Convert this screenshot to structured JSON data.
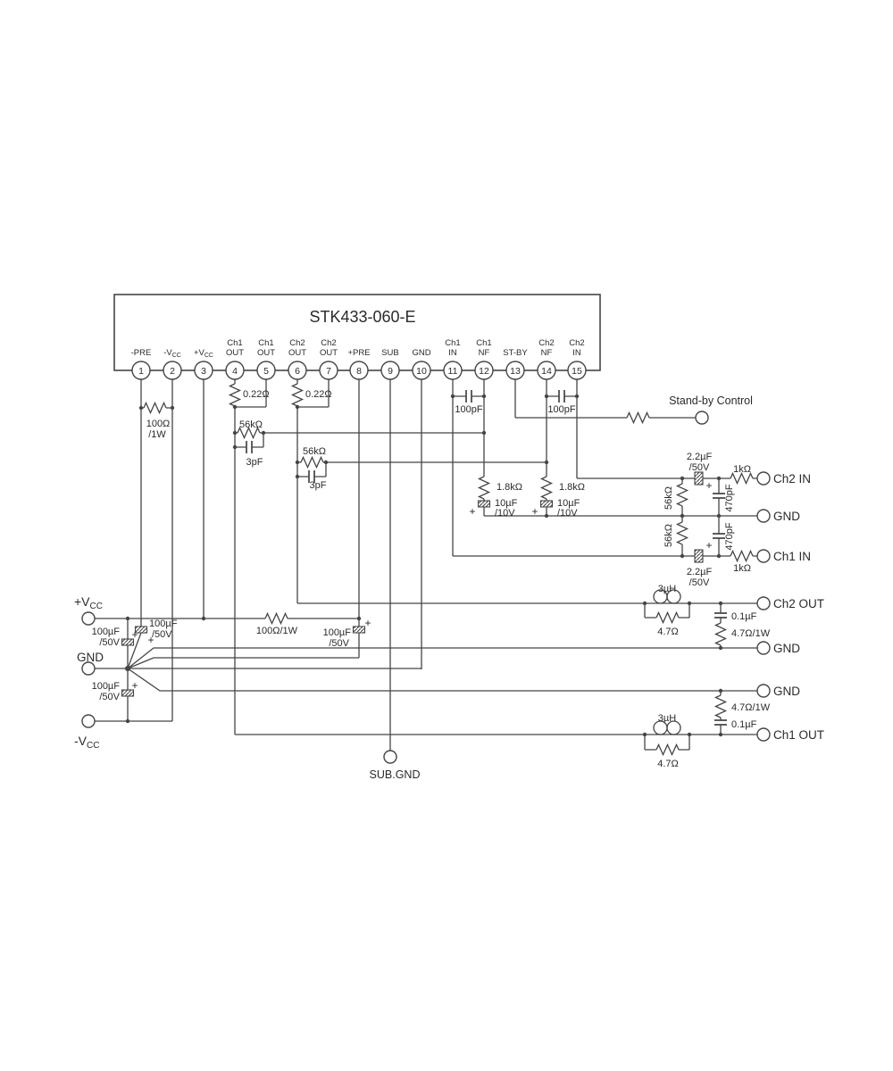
{
  "ic": {
    "title": "STK433-060-E",
    "pins": [
      {
        "num": "1",
        "line2": "-PRE"
      },
      {
        "num": "2",
        "line2": "-V",
        "sub": "CC"
      },
      {
        "num": "3",
        "line2": "+V",
        "sub": "CC"
      },
      {
        "num": "4",
        "line1": "Ch1",
        "line2": "OUT"
      },
      {
        "num": "5",
        "line1": "Ch1",
        "line2": "OUT"
      },
      {
        "num": "6",
        "line1": "Ch2",
        "line2": "OUT"
      },
      {
        "num": "7",
        "line1": "Ch2",
        "line2": "OUT"
      },
      {
        "num": "8",
        "line2": "+PRE"
      },
      {
        "num": "9",
        "line2": "SUB"
      },
      {
        "num": "10",
        "line2": "GND"
      },
      {
        "num": "11",
        "line1": "Ch1",
        "line2": "IN"
      },
      {
        "num": "12",
        "line1": "Ch1",
        "line2": "NF"
      },
      {
        "num": "13",
        "line2": "ST-BY"
      },
      {
        "num": "14",
        "line1": "Ch2",
        "line2": "NF"
      },
      {
        "num": "15",
        "line1": "Ch2",
        "line2": "IN"
      }
    ]
  },
  "resistors": {
    "pre_filter_val": "100Ω",
    "pre_filter_watt": "/1W",
    "emitter_ch1": "0.22Ω",
    "emitter_ch2": "0.22Ω",
    "feedback_ch1": "56kΩ",
    "feedback_ch2": "56kΩ",
    "nf_ch1": "1.8kΩ",
    "nf_ch2": "1.8kΩ",
    "input_bias_ch2": "56kΩ",
    "input_bias_ch1": "56kΩ",
    "input_series_ch2": "1kΩ",
    "input_series_ch1": "1kΩ",
    "vcc_drop": "100Ω/1W",
    "damp_ch2": "4.7Ω",
    "damp_ch1": "4.7Ω",
    "zobel_ch2": "4.7Ω/1W",
    "zobel_ch1": "4.7Ω/1W"
  },
  "capacitors": {
    "fb_ch1": "3pF",
    "fb_ch2": "3pF",
    "comp_ch1": "100pF",
    "comp_ch2": "100pF",
    "nf_ch1_val": "10µF",
    "nf_ch1_volt": "/10V",
    "nf_ch2_val": "10µF",
    "nf_ch2_volt": "/10V",
    "in_ch2_val": "2.2µF",
    "in_ch2_volt": "/50V",
    "in_ch1_val": "2.2µF",
    "in_ch1_volt": "/50V",
    "in_filter_ch2": "470pF",
    "in_filter_ch1": "470pF",
    "supply_pos_val": "100µF",
    "supply_pos_volt": "/50V",
    "pre_neg_val": "100µF",
    "pre_neg_volt": "/50V",
    "supply_neg_val": "100µF",
    "supply_neg_volt": "/50V",
    "pre_pos_val": "100µF",
    "pre_pos_volt": "/50V",
    "zobel_ch2": "0.1µF",
    "zobel_ch1": "0.1µF"
  },
  "inductors": {
    "out_ch2": "3µH",
    "out_ch1": "3µH"
  },
  "terminals": {
    "standby": "Stand-by Control",
    "ch2_in": "Ch2 IN",
    "gnd_in": "GND",
    "ch1_in": "Ch1 IN",
    "ch2_out": "Ch2 OUT",
    "gnd_out_ch2": "GND",
    "gnd_out_ch1": "GND",
    "ch1_out": "Ch1 OUT",
    "vcc_pos": "+V",
    "vcc_pos_sub": "CC",
    "gnd_left": "GND",
    "vcc_neg": "-V",
    "vcc_neg_sub": "CC",
    "sub_gnd": "SUB.GND"
  },
  "polarity_mark": "+"
}
